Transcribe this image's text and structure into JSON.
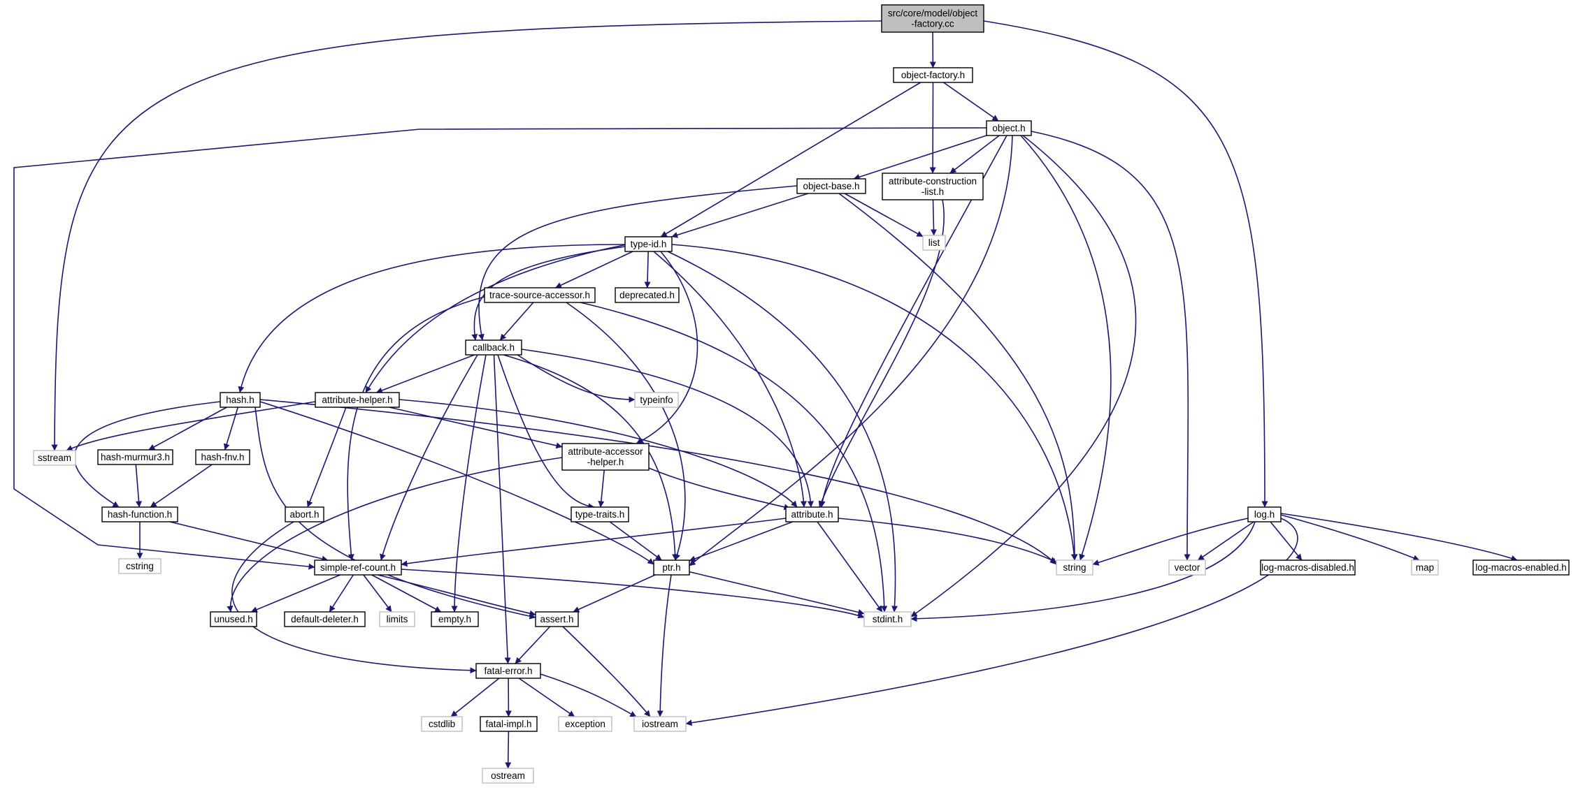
{
  "colors": {
    "edge": "#191970",
    "node_border": "#000000",
    "external_border": "#bfbfbf",
    "root_fill": "#bfbfbf",
    "node_fill": "#ffffff",
    "external_text": "#333333"
  },
  "graph": {
    "nodes": [
      {
        "id": "root",
        "lines": [
          "src/core/model/object",
          "-factory.cc"
        ],
        "kind": "root"
      },
      {
        "id": "object_factory_h",
        "lines": [
          "object-factory.h"
        ],
        "kind": "file"
      },
      {
        "id": "object_h",
        "lines": [
          "object.h"
        ],
        "kind": "file"
      },
      {
        "id": "object_base_h",
        "lines": [
          "object-base.h"
        ],
        "kind": "file"
      },
      {
        "id": "attr_constr_h",
        "lines": [
          "attribute-construction",
          "-list.h"
        ],
        "kind": "file"
      },
      {
        "id": "list",
        "lines": [
          "list"
        ],
        "kind": "external"
      },
      {
        "id": "type_id_h",
        "lines": [
          "type-id.h"
        ],
        "kind": "file"
      },
      {
        "id": "trace_source_h",
        "lines": [
          "trace-source-accessor.h"
        ],
        "kind": "file"
      },
      {
        "id": "deprecated_h",
        "lines": [
          "deprecated.h"
        ],
        "kind": "file"
      },
      {
        "id": "callback_h",
        "lines": [
          "callback.h"
        ],
        "kind": "file"
      },
      {
        "id": "typeinfo",
        "lines": [
          "typeinfo"
        ],
        "kind": "external"
      },
      {
        "id": "hash_h",
        "lines": [
          "hash.h"
        ],
        "kind": "file"
      },
      {
        "id": "attr_helper_h",
        "lines": [
          "attribute-helper.h"
        ],
        "kind": "file"
      },
      {
        "id": "sstream",
        "lines": [
          "sstream"
        ],
        "kind": "external"
      },
      {
        "id": "hash_murmur3_h",
        "lines": [
          "hash-murmur3.h"
        ],
        "kind": "file"
      },
      {
        "id": "hash_fnv_h",
        "lines": [
          "hash-fnv.h"
        ],
        "kind": "file"
      },
      {
        "id": "attr_accessor_h",
        "lines": [
          "attribute-accessor",
          "-helper.h"
        ],
        "kind": "file"
      },
      {
        "id": "hash_function_h",
        "lines": [
          "hash-function.h"
        ],
        "kind": "file"
      },
      {
        "id": "abort_h",
        "lines": [
          "abort.h"
        ],
        "kind": "file"
      },
      {
        "id": "type_traits_h",
        "lines": [
          "type-traits.h"
        ],
        "kind": "file"
      },
      {
        "id": "attribute_h",
        "lines": [
          "attribute.h"
        ],
        "kind": "file"
      },
      {
        "id": "log_h",
        "lines": [
          "log.h"
        ],
        "kind": "file"
      },
      {
        "id": "cstring",
        "lines": [
          "cstring"
        ],
        "kind": "external"
      },
      {
        "id": "simple_ref_h",
        "lines": [
          "simple-ref-count.h"
        ],
        "kind": "file"
      },
      {
        "id": "ptr_h",
        "lines": [
          "ptr.h"
        ],
        "kind": "file"
      },
      {
        "id": "string",
        "lines": [
          "string"
        ],
        "kind": "external"
      },
      {
        "id": "vector",
        "lines": [
          "vector"
        ],
        "kind": "external"
      },
      {
        "id": "log_macros_disabled_h",
        "lines": [
          "log-macros-disabled.h"
        ],
        "kind": "file"
      },
      {
        "id": "map",
        "lines": [
          "map"
        ],
        "kind": "external"
      },
      {
        "id": "log_macros_enabled_h",
        "lines": [
          "log-macros-enabled.h"
        ],
        "kind": "file"
      },
      {
        "id": "unused_h",
        "lines": [
          "unused.h"
        ],
        "kind": "file"
      },
      {
        "id": "default_deleter_h",
        "lines": [
          "default-deleter.h"
        ],
        "kind": "file"
      },
      {
        "id": "limits",
        "lines": [
          "limits"
        ],
        "kind": "external"
      },
      {
        "id": "empty_h",
        "lines": [
          "empty.h"
        ],
        "kind": "file"
      },
      {
        "id": "assert_h",
        "lines": [
          "assert.h"
        ],
        "kind": "file"
      },
      {
        "id": "stdint_h",
        "lines": [
          "stdint.h"
        ],
        "kind": "external"
      },
      {
        "id": "fatal_error_h",
        "lines": [
          "fatal-error.h"
        ],
        "kind": "file"
      },
      {
        "id": "cstdlib",
        "lines": [
          "cstdlib"
        ],
        "kind": "external"
      },
      {
        "id": "fatal_impl_h",
        "lines": [
          "fatal-impl.h"
        ],
        "kind": "file"
      },
      {
        "id": "exception",
        "lines": [
          "exception"
        ],
        "kind": "external"
      },
      {
        "id": "iostream",
        "lines": [
          "iostream"
        ],
        "kind": "external"
      },
      {
        "id": "ostream",
        "lines": [
          "ostream"
        ],
        "kind": "external"
      }
    ],
    "edges": [
      [
        "root",
        "object_factory_h"
      ],
      [
        "root",
        "sstream"
      ],
      [
        "root",
        "log_h"
      ],
      [
        "object_factory_h",
        "object_h"
      ],
      [
        "object_factory_h",
        "attr_constr_h"
      ],
      [
        "object_factory_h",
        "type_id_h"
      ],
      [
        "object_h",
        "object_base_h"
      ],
      [
        "object_h",
        "attr_constr_h"
      ],
      [
        "object_h",
        "simple_ref_h"
      ],
      [
        "object_h",
        "attribute_h"
      ],
      [
        "object_h",
        "ptr_h"
      ],
      [
        "object_h",
        "string"
      ],
      [
        "object_h",
        "vector"
      ],
      [
        "object_h",
        "stdint_h"
      ],
      [
        "object_base_h",
        "type_id_h"
      ],
      [
        "object_base_h",
        "callback_h"
      ],
      [
        "object_base_h",
        "list"
      ],
      [
        "object_base_h",
        "string"
      ],
      [
        "attr_constr_h",
        "list"
      ],
      [
        "attr_constr_h",
        "attribute_h"
      ],
      [
        "type_id_h",
        "trace_source_h"
      ],
      [
        "type_id_h",
        "deprecated_h"
      ],
      [
        "type_id_h",
        "callback_h"
      ],
      [
        "type_id_h",
        "hash_h"
      ],
      [
        "type_id_h",
        "attr_helper_h"
      ],
      [
        "type_id_h",
        "attr_accessor_h"
      ],
      [
        "type_id_h",
        "attribute_h"
      ],
      [
        "type_id_h",
        "string"
      ],
      [
        "type_id_h",
        "stdint_h"
      ],
      [
        "trace_source_h",
        "callback_h"
      ],
      [
        "trace_source_h",
        "simple_ref_h"
      ],
      [
        "trace_source_h",
        "ptr_h"
      ],
      [
        "trace_source_h",
        "stdint_h"
      ],
      [
        "callback_h",
        "typeinfo"
      ],
      [
        "callback_h",
        "attr_helper_h"
      ],
      [
        "callback_h",
        "simple_ref_h"
      ],
      [
        "callback_h",
        "empty_h"
      ],
      [
        "callback_h",
        "fatal_error_h"
      ],
      [
        "callback_h",
        "type_traits_h"
      ],
      [
        "callback_h",
        "ptr_h"
      ],
      [
        "callback_h",
        "attribute_h"
      ],
      [
        "hash_h",
        "hash_murmur3_h"
      ],
      [
        "hash_h",
        "hash_fnv_h"
      ],
      [
        "hash_h",
        "hash_function_h"
      ],
      [
        "hash_h",
        "assert_h"
      ],
      [
        "hash_h",
        "ptr_h"
      ],
      [
        "hash_h",
        "string"
      ],
      [
        "attr_helper_h",
        "sstream"
      ],
      [
        "attr_helper_h",
        "abort_h"
      ],
      [
        "attr_helper_h",
        "attr_accessor_h"
      ],
      [
        "attr_helper_h",
        "attribute_h"
      ],
      [
        "hash_murmur3_h",
        "hash_function_h"
      ],
      [
        "hash_fnv_h",
        "hash_function_h"
      ],
      [
        "hash_function_h",
        "cstring"
      ],
      [
        "hash_function_h",
        "simple_ref_h"
      ],
      [
        "attr_accessor_h",
        "type_traits_h"
      ],
      [
        "attr_accessor_h",
        "attribute_h"
      ],
      [
        "attr_accessor_h",
        "unused_h"
      ],
      [
        "abort_h",
        "fatal_error_h"
      ],
      [
        "type_traits_h",
        "ptr_h"
      ],
      [
        "attribute_h",
        "simple_ref_h"
      ],
      [
        "attribute_h",
        "ptr_h"
      ],
      [
        "attribute_h",
        "string"
      ],
      [
        "attribute_h",
        "stdint_h"
      ],
      [
        "simple_ref_h",
        "unused_h"
      ],
      [
        "simple_ref_h",
        "default_deleter_h"
      ],
      [
        "simple_ref_h",
        "limits"
      ],
      [
        "simple_ref_h",
        "empty_h"
      ],
      [
        "simple_ref_h",
        "assert_h"
      ],
      [
        "simple_ref_h",
        "stdint_h"
      ],
      [
        "ptr_h",
        "assert_h"
      ],
      [
        "ptr_h",
        "iostream"
      ],
      [
        "ptr_h",
        "stdint_h"
      ],
      [
        "assert_h",
        "fatal_error_h"
      ],
      [
        "assert_h",
        "iostream"
      ],
      [
        "fatal_error_h",
        "cstdlib"
      ],
      [
        "fatal_error_h",
        "fatal_impl_h"
      ],
      [
        "fatal_error_h",
        "exception"
      ],
      [
        "fatal_error_h",
        "iostream"
      ],
      [
        "fatal_impl_h",
        "ostream"
      ],
      [
        "log_h",
        "string"
      ],
      [
        "log_h",
        "vector"
      ],
      [
        "log_h",
        "log_macros_disabled_h"
      ],
      [
        "log_h",
        "map"
      ],
      [
        "log_h",
        "log_macros_enabled_h"
      ],
      [
        "log_h",
        "stdint_h"
      ],
      [
        "log_h",
        "iostream"
      ]
    ]
  }
}
